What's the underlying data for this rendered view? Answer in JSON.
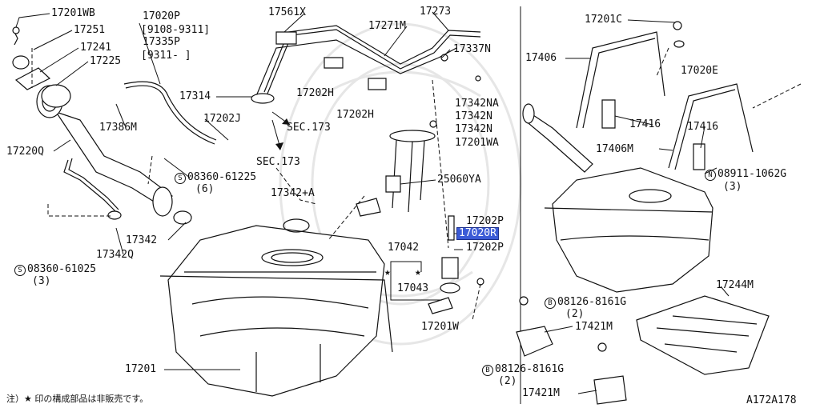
{
  "diagram_code": "A172A178",
  "footnote": "注）★ 印の構成部品は非販売です。",
  "highlight_color": "#3b5bd6",
  "labels": [
    {
      "id": "p17201wb",
      "text": "17201WB"
    },
    {
      "id": "p17251",
      "text": "17251"
    },
    {
      "id": "p17241",
      "text": "17241"
    },
    {
      "id": "p17225",
      "text": "17225"
    },
    {
      "id": "p17020p",
      "text": "17020P"
    },
    {
      "id": "p9108",
      "text": "[9108-9311]"
    },
    {
      "id": "p17335p",
      "text": "17335P"
    },
    {
      "id": "p9311",
      "text": "[9311-   ]"
    },
    {
      "id": "p17561x",
      "text": "17561X"
    },
    {
      "id": "p17273",
      "text": "17273"
    },
    {
      "id": "p17271m",
      "text": "17271M"
    },
    {
      "id": "p17337n",
      "text": "17337N"
    },
    {
      "id": "p17202h1",
      "text": "17202H"
    },
    {
      "id": "p17202h2",
      "text": "17202H"
    },
    {
      "id": "p17314",
      "text": "17314"
    },
    {
      "id": "p17386m",
      "text": "17386M"
    },
    {
      "id": "p17202j",
      "text": "17202J"
    },
    {
      "id": "psec1",
      "text": "SEC.173"
    },
    {
      "id": "psec2",
      "text": "SEC.173"
    },
    {
      "id": "p17342na",
      "text": "17342NA"
    },
    {
      "id": "p17342n1",
      "text": "17342N"
    },
    {
      "id": "p17342n2",
      "text": "17342N"
    },
    {
      "id": "p17201wa",
      "text": "17201WA"
    },
    {
      "id": "p17220q",
      "text": "17220Q"
    },
    {
      "id": "p08360a",
      "text": "08360-61225"
    },
    {
      "id": "p6",
      "text": "(6)"
    },
    {
      "id": "p25060ya",
      "text": "25060YA"
    },
    {
      "id": "p17342a",
      "text": "17342+A"
    },
    {
      "id": "p17202p1",
      "text": "17202P"
    },
    {
      "id": "p17020r",
      "text": "17020R"
    },
    {
      "id": "p17202p2",
      "text": "17202P"
    },
    {
      "id": "p17342",
      "text": "17342"
    },
    {
      "id": "p17342q",
      "text": "17342Q"
    },
    {
      "id": "p17042",
      "text": "17042"
    },
    {
      "id": "p17043",
      "text": "17043"
    },
    {
      "id": "p08360b",
      "text": "08360-61025"
    },
    {
      "id": "p3a",
      "text": "(3)"
    },
    {
      "id": "p17201w",
      "text": "17201W"
    },
    {
      "id": "p17201",
      "text": "17201"
    },
    {
      "id": "p17201c",
      "text": "17201C"
    },
    {
      "id": "p17406",
      "text": "17406"
    },
    {
      "id": "p17020e",
      "text": "17020E"
    },
    {
      "id": "p17416a",
      "text": "17416"
    },
    {
      "id": "p17416b",
      "text": "17416"
    },
    {
      "id": "p17406m",
      "text": "17406M"
    },
    {
      "id": "p08911",
      "text": "08911-1062G"
    },
    {
      "id": "p3b",
      "text": "(3)"
    },
    {
      "id": "p17244m",
      "text": "17244M"
    },
    {
      "id": "p08126a",
      "text": "08126-8161G"
    },
    {
      "id": "p2a",
      "text": "(2)"
    },
    {
      "id": "p17421m1",
      "text": "17421M"
    },
    {
      "id": "p08126b",
      "text": "08126-8161G"
    },
    {
      "id": "p2b",
      "text": "(2)"
    },
    {
      "id": "p17421m2",
      "text": "17421M"
    }
  ],
  "circle_letters": {
    "s1": "S",
    "s2": "S",
    "n1": "N",
    "b1": "B",
    "b2": "B"
  },
  "stars": {
    "star1": "★",
    "star2": "★"
  }
}
